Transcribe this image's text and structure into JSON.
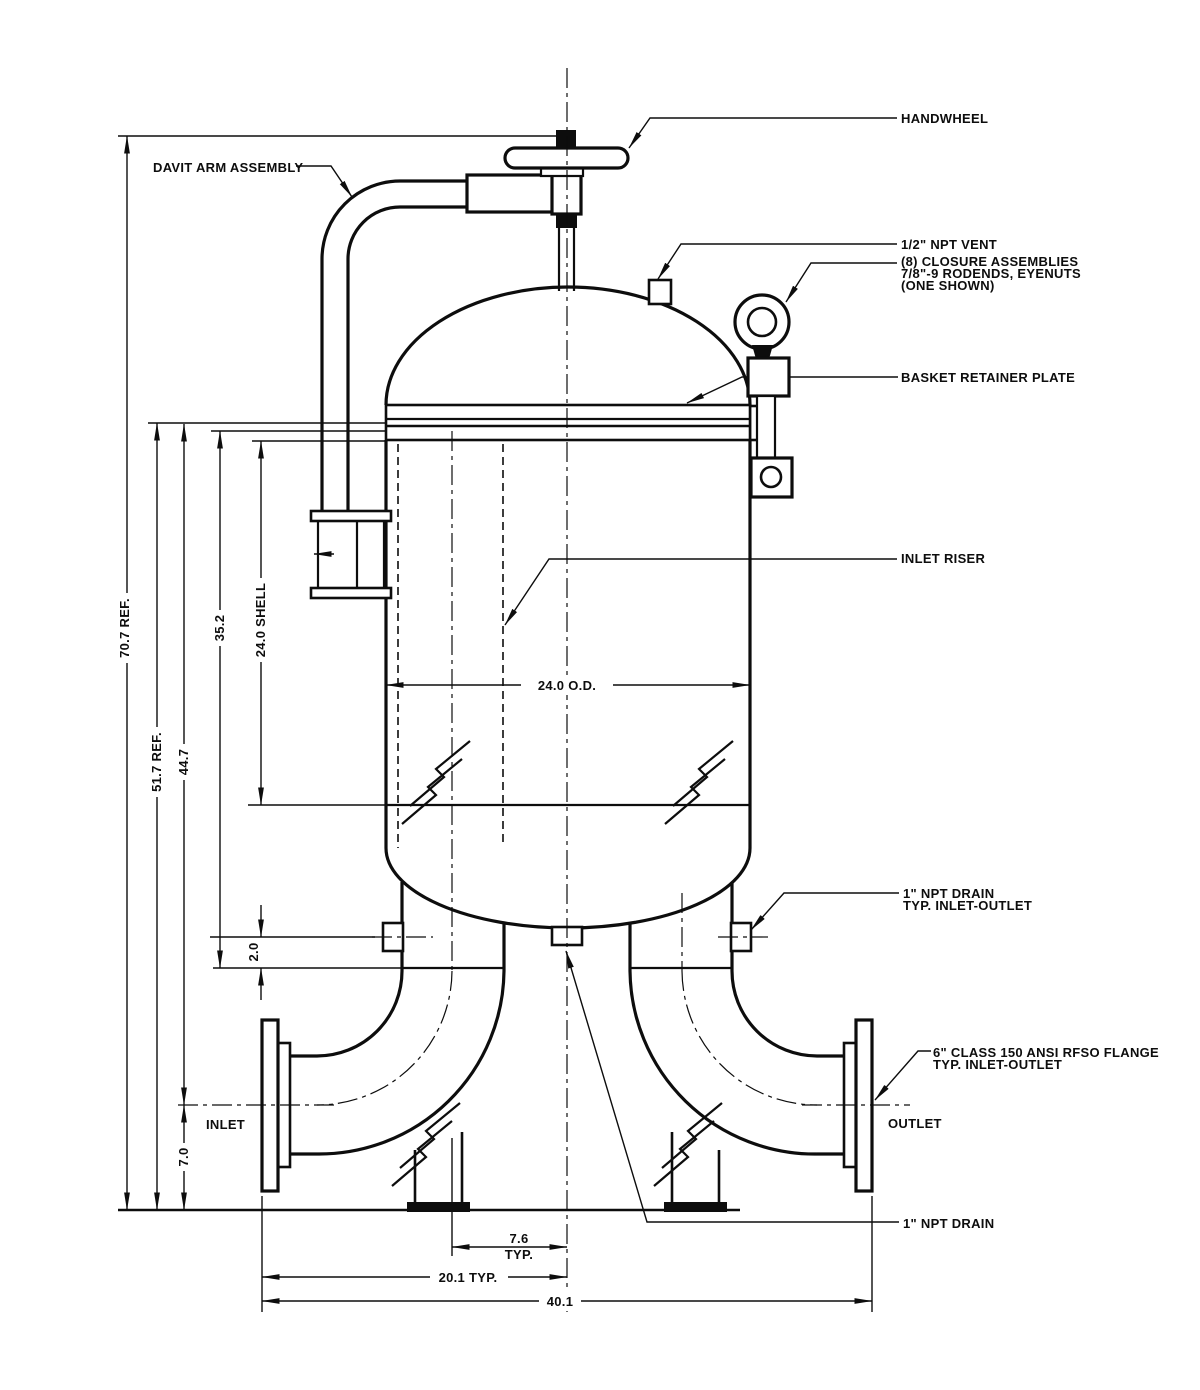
{
  "drawing": {
    "type": "engineering-dimension-drawing",
    "subject": "vertical basket strainer pressure vessel, side elevation",
    "line_color": "#0d0d0d",
    "background": "#ffffff"
  },
  "labels": {
    "handwheel": "HANDWHEEL",
    "davit_arm": "DAVIT ARM ASSEMBLY",
    "vent": "1/2\" NPT VENT",
    "closure_line1": "(8) CLOSURE ASSEMBLIES",
    "closure_line2": "7/8\"-9 RODENDS, EYENUTS",
    "closure_line3": "(ONE SHOWN)",
    "basket_retainer": "BASKET RETAINER PLATE",
    "inlet_riser": "INLET RISER",
    "npt_drain_typ_line1": "1\" NPT DRAIN",
    "npt_drain_typ_line2": "TYP. INLET-OUTLET",
    "flange_line1": "6\" CLASS 150 ANSI RFSO FLANGE",
    "flange_line2": "TYP. INLET-OUTLET",
    "inlet": "INLET",
    "outlet": "OUTLET",
    "npt_drain_bottom": "1\" NPT DRAIN"
  },
  "dimensions": {
    "overall_ref": "70.7 REF.",
    "ref_51_7": "51.7 REF.",
    "dim_44_7": "44.7",
    "dim_35_2": "35.2",
    "shell": "24.0 SHELL",
    "od": "24.0 O.D.",
    "dim_2_0": "2.0",
    "dim_7_0": "7.0",
    "dim_7_6": "7.6",
    "dim_7_6_suffix": "TYP.",
    "dim_20_1": "20.1 TYP.",
    "dim_40_1": "40.1"
  }
}
